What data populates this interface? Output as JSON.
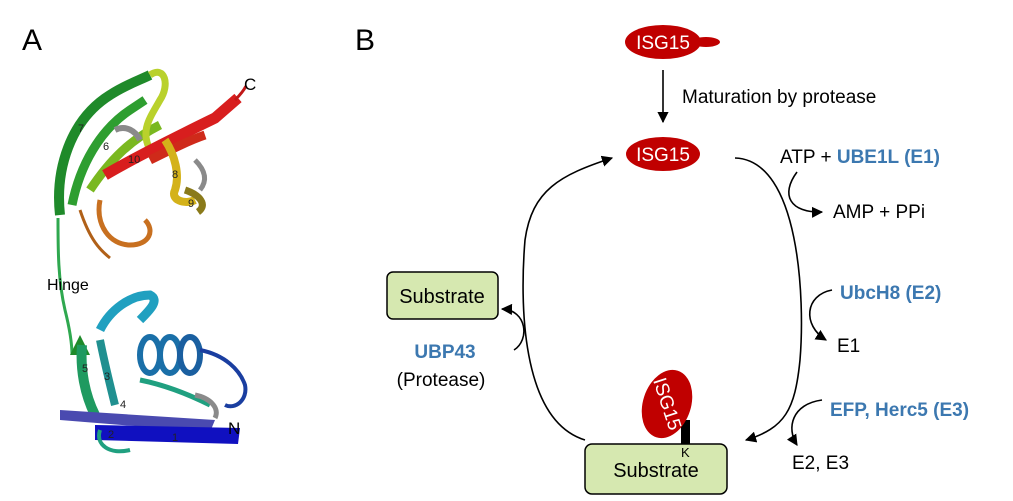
{
  "panel_a": {
    "letter": "A",
    "hinge_label": "Hinge",
    "c_label": "C",
    "n_label": "N",
    "strand_numbers": [
      "7",
      "6",
      "10",
      "8",
      "9",
      "5",
      "3",
      "4",
      "2",
      "1"
    ]
  },
  "panel_b": {
    "letter": "B",
    "isg15_label": "ISG15",
    "maturation_label": "Maturation by protease",
    "e1_input": "ATP + ",
    "e1_name": "UBE1L (E1)",
    "e1_output": "AMP + PPi",
    "e2_name": "UbcH8 (E2)",
    "e2_output": "E1",
    "e3_name": "EFP, Herc5 (E3)",
    "e3_output": "E2, E3",
    "substrate_label": "Substrate",
    "lysine_label": "K",
    "protease_name": "UBP43",
    "protease_desc": "(Protease)"
  },
  "colors": {
    "isg15_red": "#c00000",
    "substrate_fill": "#d6e8b0",
    "enzyme_blue": "#3c78b0"
  }
}
